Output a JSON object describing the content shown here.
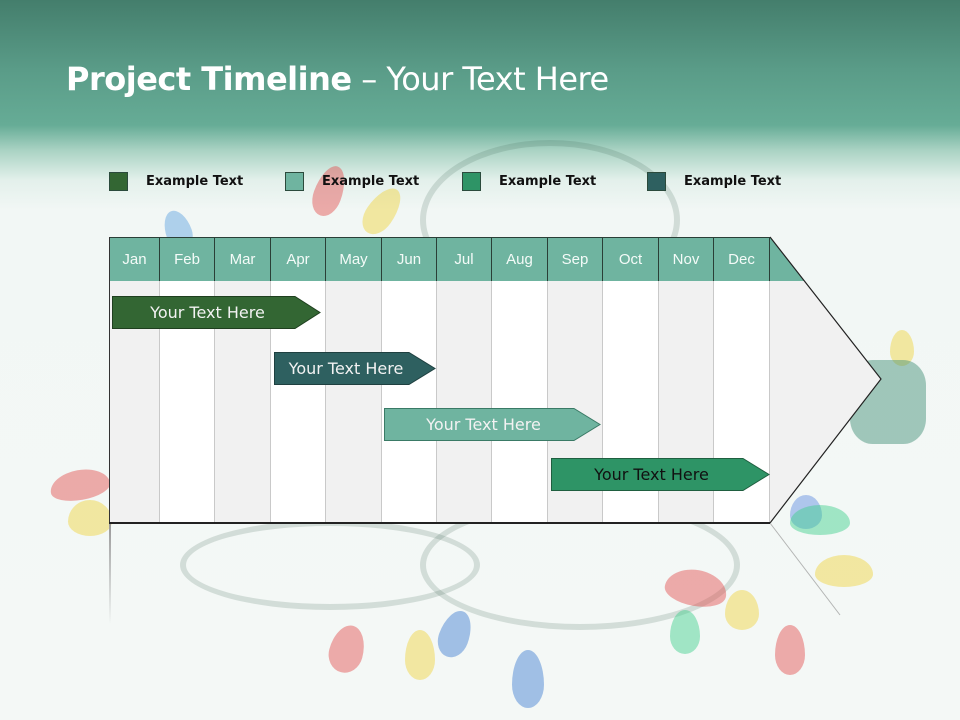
{
  "title": {
    "bold": "Project Timeline",
    "rest": " – Your Text Here"
  },
  "legend": [
    {
      "label": "Example Text",
      "color": "#336633"
    },
    {
      "label": "Example Text",
      "color": "#6fb4a0"
    },
    {
      "label": "Example Text",
      "color": "#2e9466"
    },
    {
      "label": "Example Text",
      "color": "#2e6060"
    }
  ],
  "months": [
    "Jan",
    "Feb",
    "Mar",
    "Apr",
    "May",
    "Jun",
    "Jul",
    "Aug",
    "Sep",
    "Oct",
    "Nov",
    "Dec"
  ],
  "tasks": [
    {
      "label": "Your  Text Here",
      "start_month": "Jan",
      "end_month": "Apr",
      "color": "#336633",
      "text_color": "#f2f2f2"
    },
    {
      "label": "Your  Text Here",
      "start_month": "Apr",
      "end_month": "Jun",
      "color": "#2e6060",
      "text_color": "#f2f2f2"
    },
    {
      "label": "Your  Text Here",
      "start_month": "Jun",
      "end_month": "Sep",
      "color": "#6fb4a0",
      "text_color": "#f2f2f2"
    },
    {
      "label": "Your  Text Here",
      "start_month": "Sep",
      "end_month": "Dec",
      "color": "#2e9466",
      "text_color": "#111111"
    }
  ],
  "colors": {
    "header_fill": "#6fb4a0",
    "title_band": "#5a9c88"
  }
}
